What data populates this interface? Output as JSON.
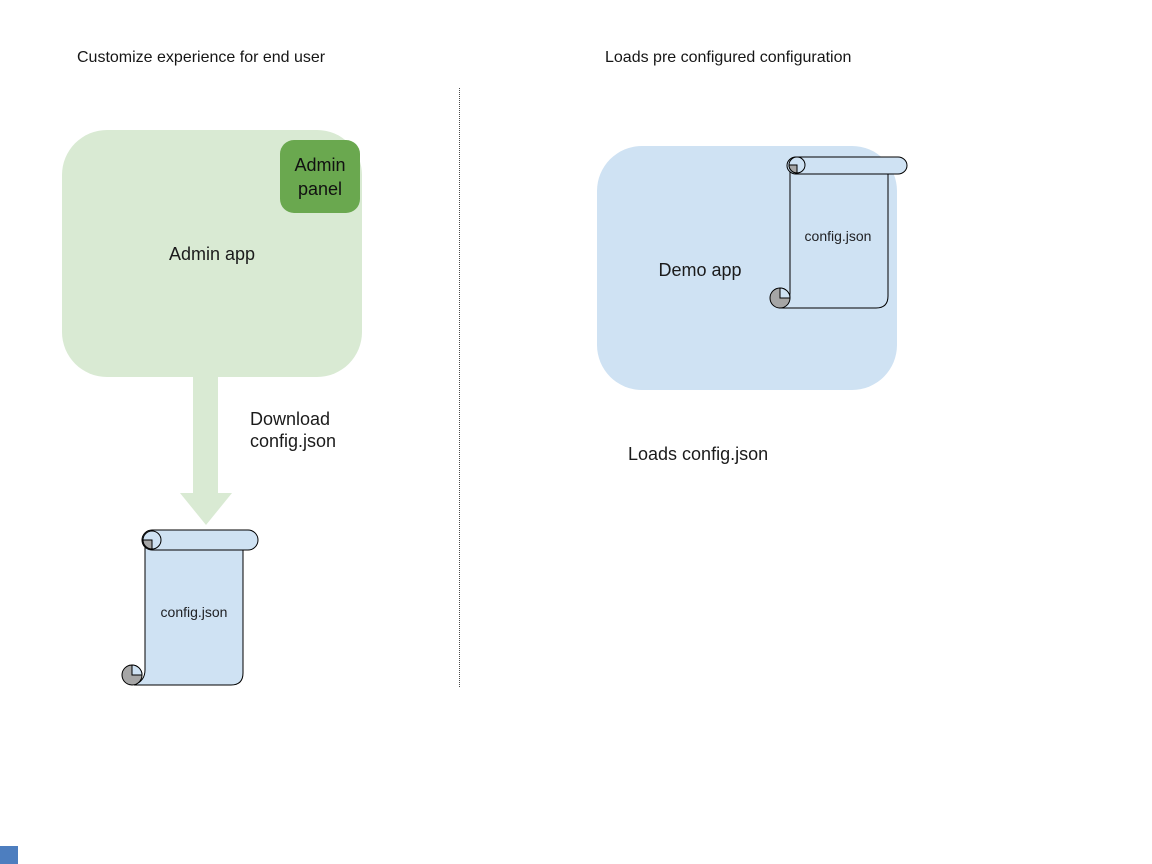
{
  "left_section": {
    "title": "Customize experience for end user",
    "admin_app": {
      "label": "Admin app",
      "fill": "#d9ead3"
    },
    "admin_panel": {
      "label": "Admin panel",
      "fill": "#6aa84f"
    },
    "arrow_label": "Download config.json",
    "config_file": {
      "label": "config.json",
      "fill": "#cfe2f3"
    }
  },
  "right_section": {
    "title": "Loads pre configured configuration",
    "demo_app": {
      "label": "Demo app",
      "fill": "#cfe2f3"
    },
    "config_file": {
      "label": "config.json",
      "fill": "#cfe2f3"
    },
    "caption": "Loads config.json"
  },
  "divider": {
    "style": "dotted",
    "color": "#4a4a4a"
  },
  "corner_marker": {
    "color": "#4d7ebf"
  },
  "colors": {
    "light_green": "#d9ead3",
    "green": "#6aa84f",
    "light_blue": "#cfe2f3",
    "curl_gray": "#a6a6a6",
    "text": "#1b1b1b"
  }
}
